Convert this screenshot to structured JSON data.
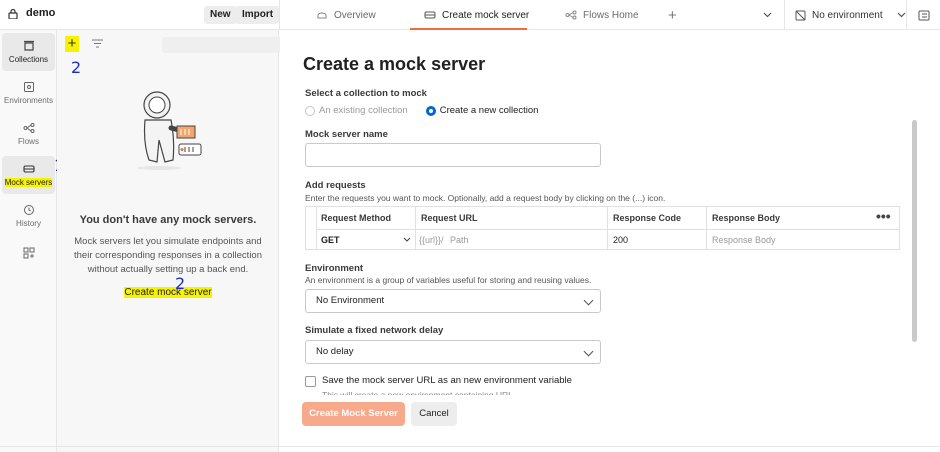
{
  "workspace": {
    "name": "demo",
    "new_label": "New",
    "import_label": "Import"
  },
  "tabs": [
    {
      "label": "Overview",
      "icon": "overview-icon"
    },
    {
      "label": "Create mock server",
      "icon": "mock-server-icon"
    },
    {
      "label": "Flows Home",
      "icon": "flows-icon"
    }
  ],
  "environment_selector": {
    "label": "No environment"
  },
  "rail": [
    {
      "label": "Collections",
      "icon": "collections-icon"
    },
    {
      "label": "Environments",
      "icon": "environments-icon"
    },
    {
      "label": "Flows",
      "icon": "flows-icon"
    },
    {
      "label": "Mock servers",
      "icon": "mock-servers-icon"
    },
    {
      "label": "History",
      "icon": "history-icon"
    }
  ],
  "annotations": {
    "one": "1",
    "two_a": "2",
    "two_b": "2"
  },
  "panel": {
    "empty_title": "You don't have any mock servers.",
    "empty_desc": "Mock servers let you simulate endpoints and their corresponding responses in a collection without actually setting up a back end.",
    "create_link": "Create mock server"
  },
  "form": {
    "title": "Create a mock server",
    "select_collection_label": "Select a collection to mock",
    "option_existing": "An existing collection",
    "option_new": "Create a new collection",
    "mock_name_label": "Mock server name",
    "mock_name_value": "",
    "add_requests_label": "Add requests",
    "add_requests_desc": "Enter the requests you want to mock. Optionally, add a request body by clicking on the (...) icon.",
    "table": {
      "headers": [
        "Request Method",
        "Request URL",
        "Response Code",
        "Response Body"
      ],
      "row": {
        "method": "GET",
        "url_prefix": "{{url}}/",
        "url_placeholder": "Path",
        "code": "200",
        "body_placeholder": "Response Body"
      }
    },
    "environment_label": "Environment",
    "environment_desc": "An environment is a group of variables useful for storing and reusing values.",
    "environment_value": "No Environment",
    "delay_label": "Simulate a fixed network delay",
    "delay_value": "No delay",
    "save_url_label": "Save the mock server URL as an new environment variable",
    "save_url_sub": "This will create a new environment containing URL",
    "create_button": "Create Mock Server",
    "cancel_button": "Cancel"
  },
  "colors": {
    "accent": "#f26b3a",
    "primary_disabled": "#f7a98b",
    "radio": "#0265d2",
    "highlight": "#f6f200",
    "annotation": "#1a2ec0"
  }
}
